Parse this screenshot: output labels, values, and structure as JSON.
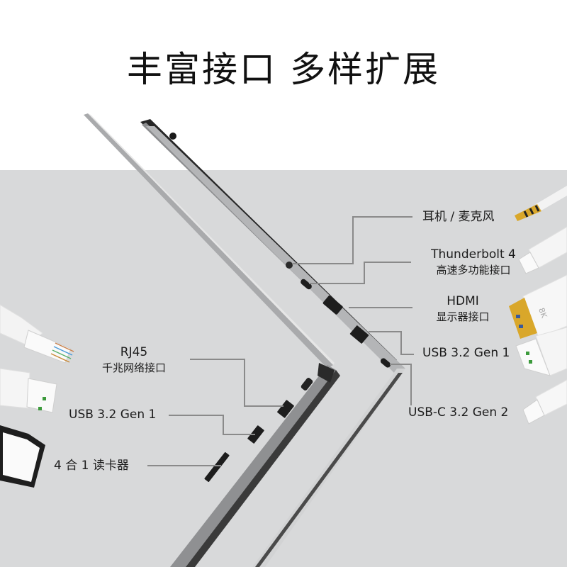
{
  "title": {
    "part1": "丰富接口",
    "part2": "多样扩展"
  },
  "right_ports": [
    {
      "id": "audio",
      "label": "耳机 / 麦克风",
      "sub": "",
      "icon": "audio-jack-3.5mm"
    },
    {
      "id": "thunderbolt",
      "label": "Thunderbolt 4",
      "sub": "高速多功能接口",
      "icon": "usb-c-cable"
    },
    {
      "id": "hdmi",
      "label": "HDMI",
      "sub": "显示器接口",
      "icon": "hdmi-cable",
      "cable_badge": "8K"
    },
    {
      "id": "usb-a-right",
      "label": "USB 3.2 Gen 1",
      "sub": "",
      "icon": "usb-a-cable"
    },
    {
      "id": "usb-c",
      "label": "USB-C 3.2 Gen 2",
      "sub": "",
      "icon": "usb-c-cable"
    }
  ],
  "left_ports": [
    {
      "id": "rj45",
      "label": "RJ45",
      "sub": "千兆网络接口",
      "icon": "ethernet-cable"
    },
    {
      "id": "usb-a-left",
      "label": "USB 3.2 Gen 1",
      "sub": "",
      "icon": "usb-a-cable"
    },
    {
      "id": "card-reader",
      "label": "4 合 1 读卡器",
      "sub": "",
      "icon": "sd-card"
    }
  ],
  "colors": {
    "background_top": "#ffffff",
    "background_bottom": "#d8d9da",
    "leader_line": "#8a8a8a",
    "laptop_silver": "#b9babc",
    "laptop_dark": "#2a2a2a",
    "gold_connector": "#d9a72a"
  }
}
